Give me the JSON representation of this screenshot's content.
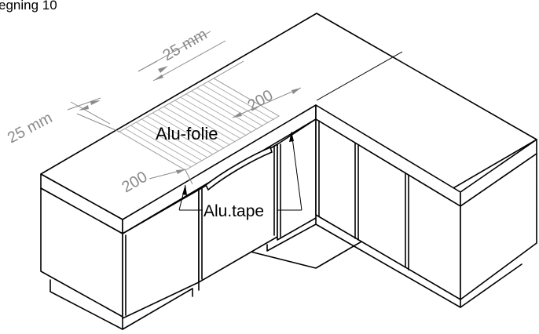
{
  "figure": {
    "caption": "egning 10",
    "labels": {
      "foil": "Alu-folie",
      "tape": "Alu.tape"
    },
    "dimensions": {
      "top_margin": "25 mm",
      "left_margin": "25 mm",
      "right_overlap": "200",
      "front_overlap": "200"
    }
  }
}
